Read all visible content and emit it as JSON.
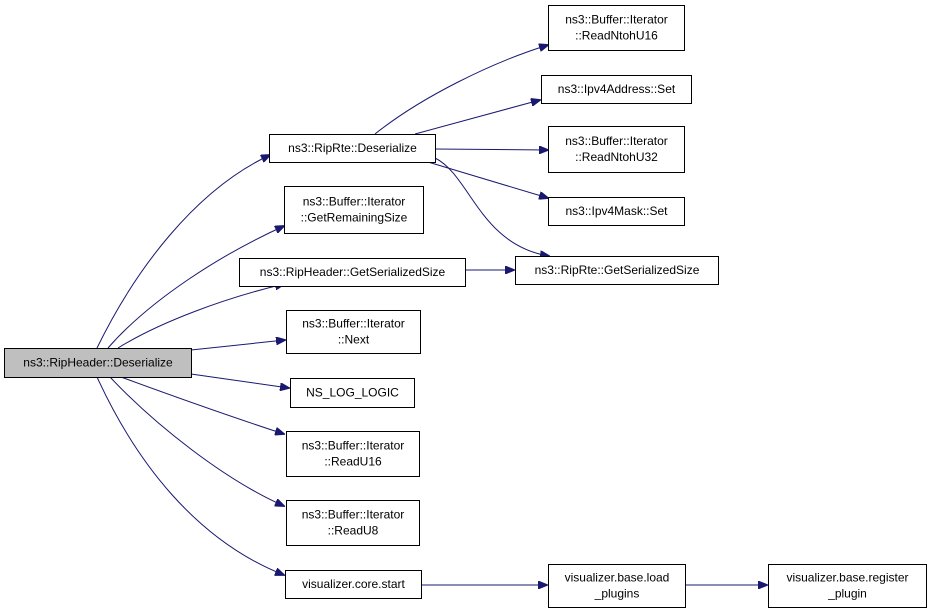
{
  "colors": {
    "edge": "#191970",
    "root_fill": "#bfbfbf",
    "node_fill": "#ffffff",
    "node_border": "#000000"
  },
  "nodes": {
    "rip_header_deserialize": {
      "lines": [
        "ns3::RipHeader::Deserialize"
      ]
    },
    "rip_rte_deserialize": {
      "lines": [
        "ns3::RipRte::Deserialize"
      ]
    },
    "get_remaining_size": {
      "lines": [
        "ns3::Buffer::Iterator",
        "::GetRemainingSize"
      ]
    },
    "rip_header_get_serialized_size": {
      "lines": [
        "ns3::RipHeader::GetSerializedSize"
      ]
    },
    "iterator_next": {
      "lines": [
        "ns3::Buffer::Iterator",
        "::Next"
      ]
    },
    "ns_log_logic": {
      "lines": [
        "NS_LOG_LOGIC"
      ]
    },
    "read_u16": {
      "lines": [
        "ns3::Buffer::Iterator",
        "::ReadU16"
      ]
    },
    "read_u8": {
      "lines": [
        "ns3::Buffer::Iterator",
        "::ReadU8"
      ]
    },
    "visualizer_core_start": {
      "lines": [
        "visualizer.core.start"
      ]
    },
    "read_ntoh_u16": {
      "lines": [
        "ns3::Buffer::Iterator",
        "::ReadNtohU16"
      ]
    },
    "ipv4_address_set": {
      "lines": [
        "ns3::Ipv4Address::Set"
      ]
    },
    "read_ntoh_u32": {
      "lines": [
        "ns3::Buffer::Iterator",
        "::ReadNtohU32"
      ]
    },
    "ipv4_mask_set": {
      "lines": [
        "ns3::Ipv4Mask::Set"
      ]
    },
    "rip_rte_get_serialized_size": {
      "lines": [
        "ns3::RipRte::GetSerializedSize"
      ]
    },
    "load_plugins": {
      "lines": [
        "visualizer.base.load",
        "_plugins"
      ]
    },
    "register_plugin": {
      "lines": [
        "visualizer.base.register",
        "_plugin"
      ]
    }
  },
  "edges": [
    {
      "from": "rip_header_deserialize",
      "to": "rip_rte_deserialize"
    },
    {
      "from": "rip_header_deserialize",
      "to": "get_remaining_size"
    },
    {
      "from": "rip_header_deserialize",
      "to": "rip_header_get_serialized_size"
    },
    {
      "from": "rip_header_deserialize",
      "to": "iterator_next"
    },
    {
      "from": "rip_header_deserialize",
      "to": "ns_log_logic"
    },
    {
      "from": "rip_header_deserialize",
      "to": "read_u16"
    },
    {
      "from": "rip_header_deserialize",
      "to": "read_u8"
    },
    {
      "from": "rip_header_deserialize",
      "to": "visualizer_core_start"
    },
    {
      "from": "rip_rte_deserialize",
      "to": "read_ntoh_u16"
    },
    {
      "from": "rip_rte_deserialize",
      "to": "ipv4_address_set"
    },
    {
      "from": "rip_rte_deserialize",
      "to": "read_ntoh_u32"
    },
    {
      "from": "rip_rte_deserialize",
      "to": "ipv4_mask_set"
    },
    {
      "from": "rip_rte_deserialize",
      "to": "rip_rte_get_serialized_size"
    },
    {
      "from": "rip_header_get_serialized_size",
      "to": "rip_rte_get_serialized_size"
    },
    {
      "from": "visualizer_core_start",
      "to": "load_plugins"
    },
    {
      "from": "load_plugins",
      "to": "register_plugin"
    }
  ]
}
